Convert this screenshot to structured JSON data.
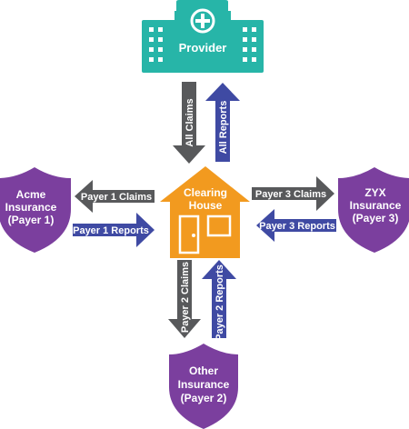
{
  "provider": {
    "label": "Provider"
  },
  "clearing_house": {
    "line1": "Clearing",
    "line2": "House"
  },
  "payer1": {
    "line1": "Acme",
    "line2": "Insurance",
    "line3": "(Payer 1)"
  },
  "payer2": {
    "line1": "Other",
    "line2": "Insurance",
    "line3": "(Payer 2)"
  },
  "payer3": {
    "line1": "ZYX",
    "line2": "Insurance",
    "line3": "(Payer 3)"
  },
  "arrows": {
    "all_claims": "All Claims",
    "all_reports": "All Reports",
    "payer1_claims": "Payer 1 Claims",
    "payer1_reports": "Payer 1 Reports",
    "payer2_claims": "Payer 2 Claims",
    "payer2_reports": "Payer 2 Reports",
    "payer3_claims": "Payer 3 Claims",
    "payer3_reports": "Payer 3 Reports"
  },
  "colors": {
    "provider": "#27b5a8",
    "clearing_house": "#f29a1f",
    "payer": "#7b3f9e",
    "claims_arrow": "#58595b",
    "reports_arrow": "#3f4aa3",
    "text": "#ffffff"
  },
  "icons": {
    "provider": "hospital-building-icon",
    "clearing_house": "house-icon",
    "payer": "shield-icon"
  }
}
